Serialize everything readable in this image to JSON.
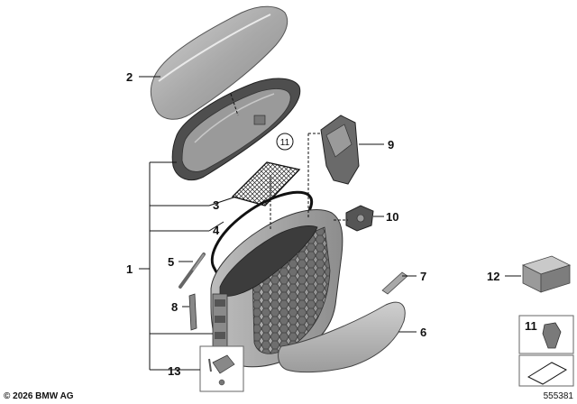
{
  "labels": {
    "c1": "1",
    "c2": "2",
    "c3": "3",
    "c4": "4",
    "c5": "5",
    "c6": "6",
    "c7": "7",
    "c8": "8",
    "c9": "9",
    "c10": "10",
    "c11_circle": "11",
    "c11_box": "11",
    "c12": "12",
    "c13": "13"
  },
  "footer": {
    "copyright": "© 2026 BMW AG",
    "diagram_number": "555381"
  }
}
